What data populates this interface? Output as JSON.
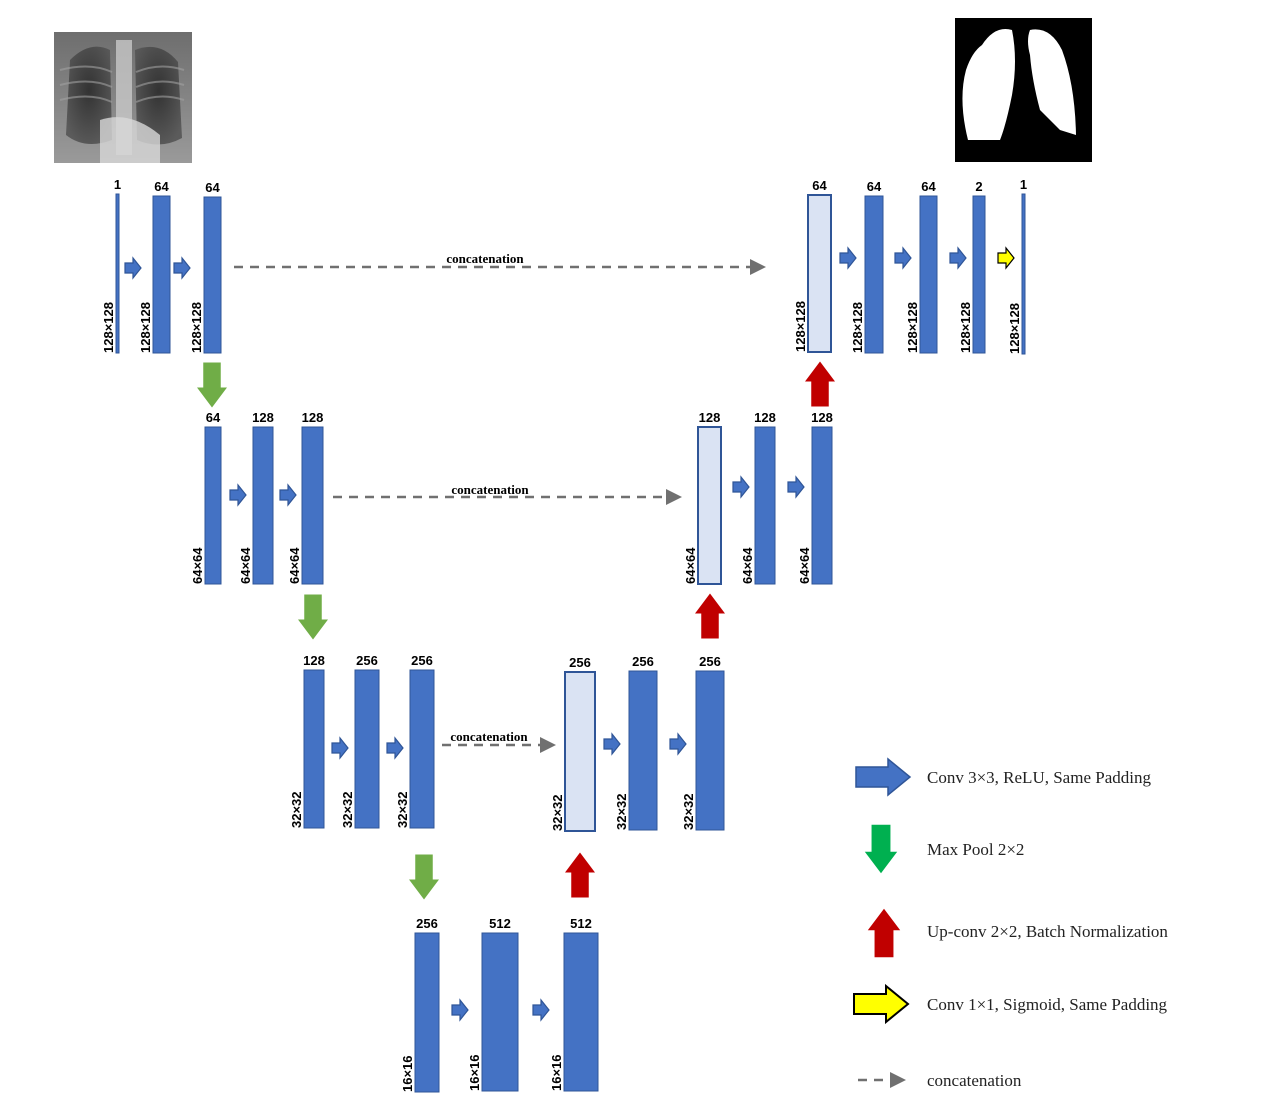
{
  "diagram": {
    "input_image_icon": "chest-xray-image",
    "output_image_icon": "lung-segmentation-mask-image",
    "colors": {
      "block": "#4472c4",
      "block_stroke": "#2f5597",
      "concat_block": "#dae3f3",
      "conv_arrow": "#4472c4",
      "pool_arrow": "#70ad47",
      "upconv_arrow": "#c00000",
      "final_arrow": "#ffff00",
      "dashed": "#707070"
    },
    "levels": [
      {
        "encoder": [
          {
            "channels": "1",
            "size": "128×128"
          },
          {
            "channels": "64",
            "size": "128×128"
          },
          {
            "channels": "64",
            "size": "128×128"
          }
        ],
        "decoder": [
          {
            "channels": "64",
            "size": "128×128",
            "concat": true
          },
          {
            "channels": "64",
            "size": "128×128"
          },
          {
            "channels": "64",
            "size": "128×128"
          },
          {
            "channels": "2",
            "size": "128×128"
          },
          {
            "channels": "1",
            "size": "128×128"
          }
        ],
        "skip_label": "concatenation"
      },
      {
        "encoder": [
          {
            "channels": "64",
            "size": "64×64"
          },
          {
            "channels": "128",
            "size": "64×64"
          },
          {
            "channels": "128",
            "size": "64×64"
          }
        ],
        "decoder": [
          {
            "channels": "128",
            "size": "64×64",
            "concat": true
          },
          {
            "channels": "128",
            "size": "64×64"
          },
          {
            "channels": "128",
            "size": "64×64"
          }
        ],
        "skip_label": "concatenation"
      },
      {
        "encoder": [
          {
            "channels": "128",
            "size": "32×32"
          },
          {
            "channels": "256",
            "size": "32×32"
          },
          {
            "channels": "256",
            "size": "32×32"
          }
        ],
        "decoder": [
          {
            "channels": "256",
            "size": "32×32",
            "concat": true
          },
          {
            "channels": "256",
            "size": "32×32"
          },
          {
            "channels": "256",
            "size": "32×32"
          }
        ],
        "skip_label": "concatenation"
      },
      {
        "bottleneck": [
          {
            "channels": "256",
            "size": "16×16"
          },
          {
            "channels": "512",
            "size": "16×16"
          },
          {
            "channels": "512",
            "size": "16×16"
          }
        ]
      }
    ],
    "legend": [
      {
        "icon": "conv-arrow-icon",
        "label": "Conv 3×3,  ReLU,  Same Padding"
      },
      {
        "icon": "maxpool-arrow-icon",
        "label": "Max Pool 2×2"
      },
      {
        "icon": "upconv-arrow-icon",
        "label": "Up-conv 2×2,  Batch Normalization"
      },
      {
        "icon": "final-conv-arrow-icon",
        "label": "Conv 1×1,  Sigmoid,  Same Padding"
      },
      {
        "icon": "dashed-arrow-icon",
        "label": "concatenation"
      }
    ]
  }
}
